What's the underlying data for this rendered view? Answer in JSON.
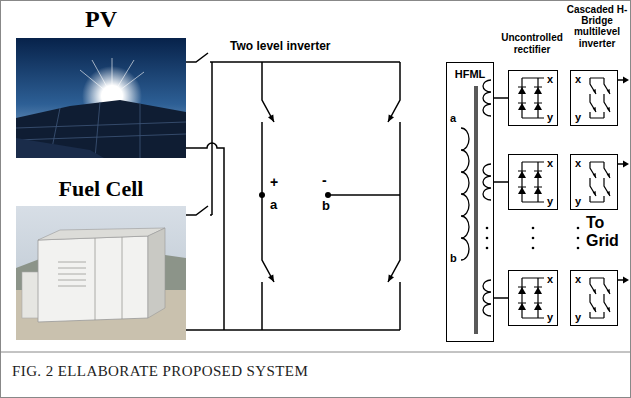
{
  "diagram": {
    "caption": "FIG. 2 ELLABORATE PROPOSED SYSTEM",
    "nodes": [
      {
        "text": [
          "PV"
        ]
      },
      {
        "text": [
          "Fuel Cell"
        ]
      },
      {
        "text": [
          "HFML"
        ]
      },
      {
        "text": [
          "x",
          "y"
        ]
      },
      {
        "text": [
          "x",
          "y"
        ]
      },
      {
        "text": [
          "x",
          "y"
        ]
      },
      {
        "text": [
          "x",
          "y"
        ]
      },
      {
        "text": [
          "x",
          "y"
        ]
      },
      {
        "text": [
          "x",
          "y"
        ]
      }
    ],
    "edges": [
      {
        "from": 2,
        "to": 3,
        "arrow": "none"
      },
      {
        "from": 2,
        "to": 4,
        "arrow": "none"
      },
      {
        "from": 2,
        "to": 5,
        "arrow": "none"
      }
    ],
    "labels": [
      "Two level inverter",
      "+",
      "a",
      "-",
      "b",
      "a",
      "b",
      "Uncontrolled rectifier",
      "Cascaded H-Bridge multilevel inverter",
      "To Grid"
    ]
  }
}
